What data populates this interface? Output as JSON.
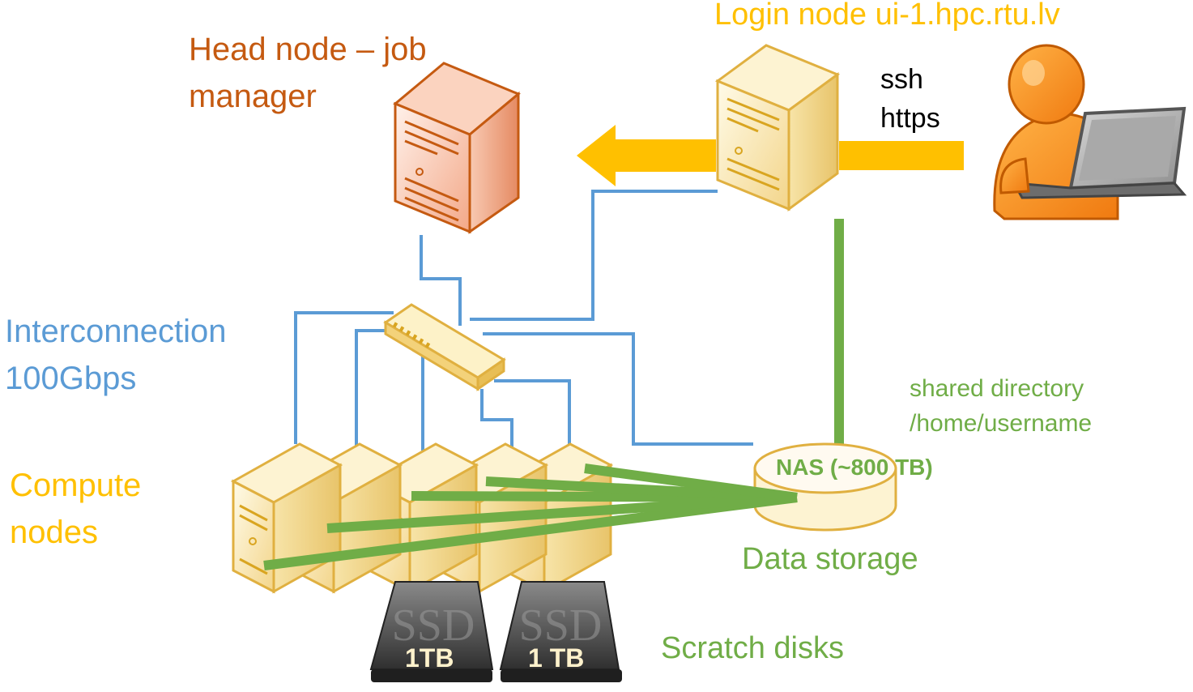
{
  "labels": {
    "head_node": "Head node – job\nmanager",
    "login_node": "Login node ui-1.hpc.rtu.lv",
    "protocols": "ssh\nhttps",
    "interconnection": "Interconnection\n100Gbps",
    "compute_nodes": "Compute\nnodes",
    "shared_directory": "shared directory\n/home/username",
    "nas": "NAS (~800 TB)",
    "data_storage": "Data storage",
    "scratch_disks": "Scratch disks"
  },
  "disks": [
    {
      "brand": "SSD",
      "capacity": "1TB"
    },
    {
      "brand": "SSD",
      "capacity": "1 TB"
    }
  ],
  "colors": {
    "head_node": "#c55a11",
    "login_arrow": "#ffc000",
    "interconnect": "#5b9bd5",
    "storage": "#70ad47",
    "compute": "#ffc000"
  },
  "icons": [
    "server-icon",
    "network-switch-icon",
    "user-laptop-icon",
    "nas-cylinder-icon",
    "ssd-icon"
  ]
}
